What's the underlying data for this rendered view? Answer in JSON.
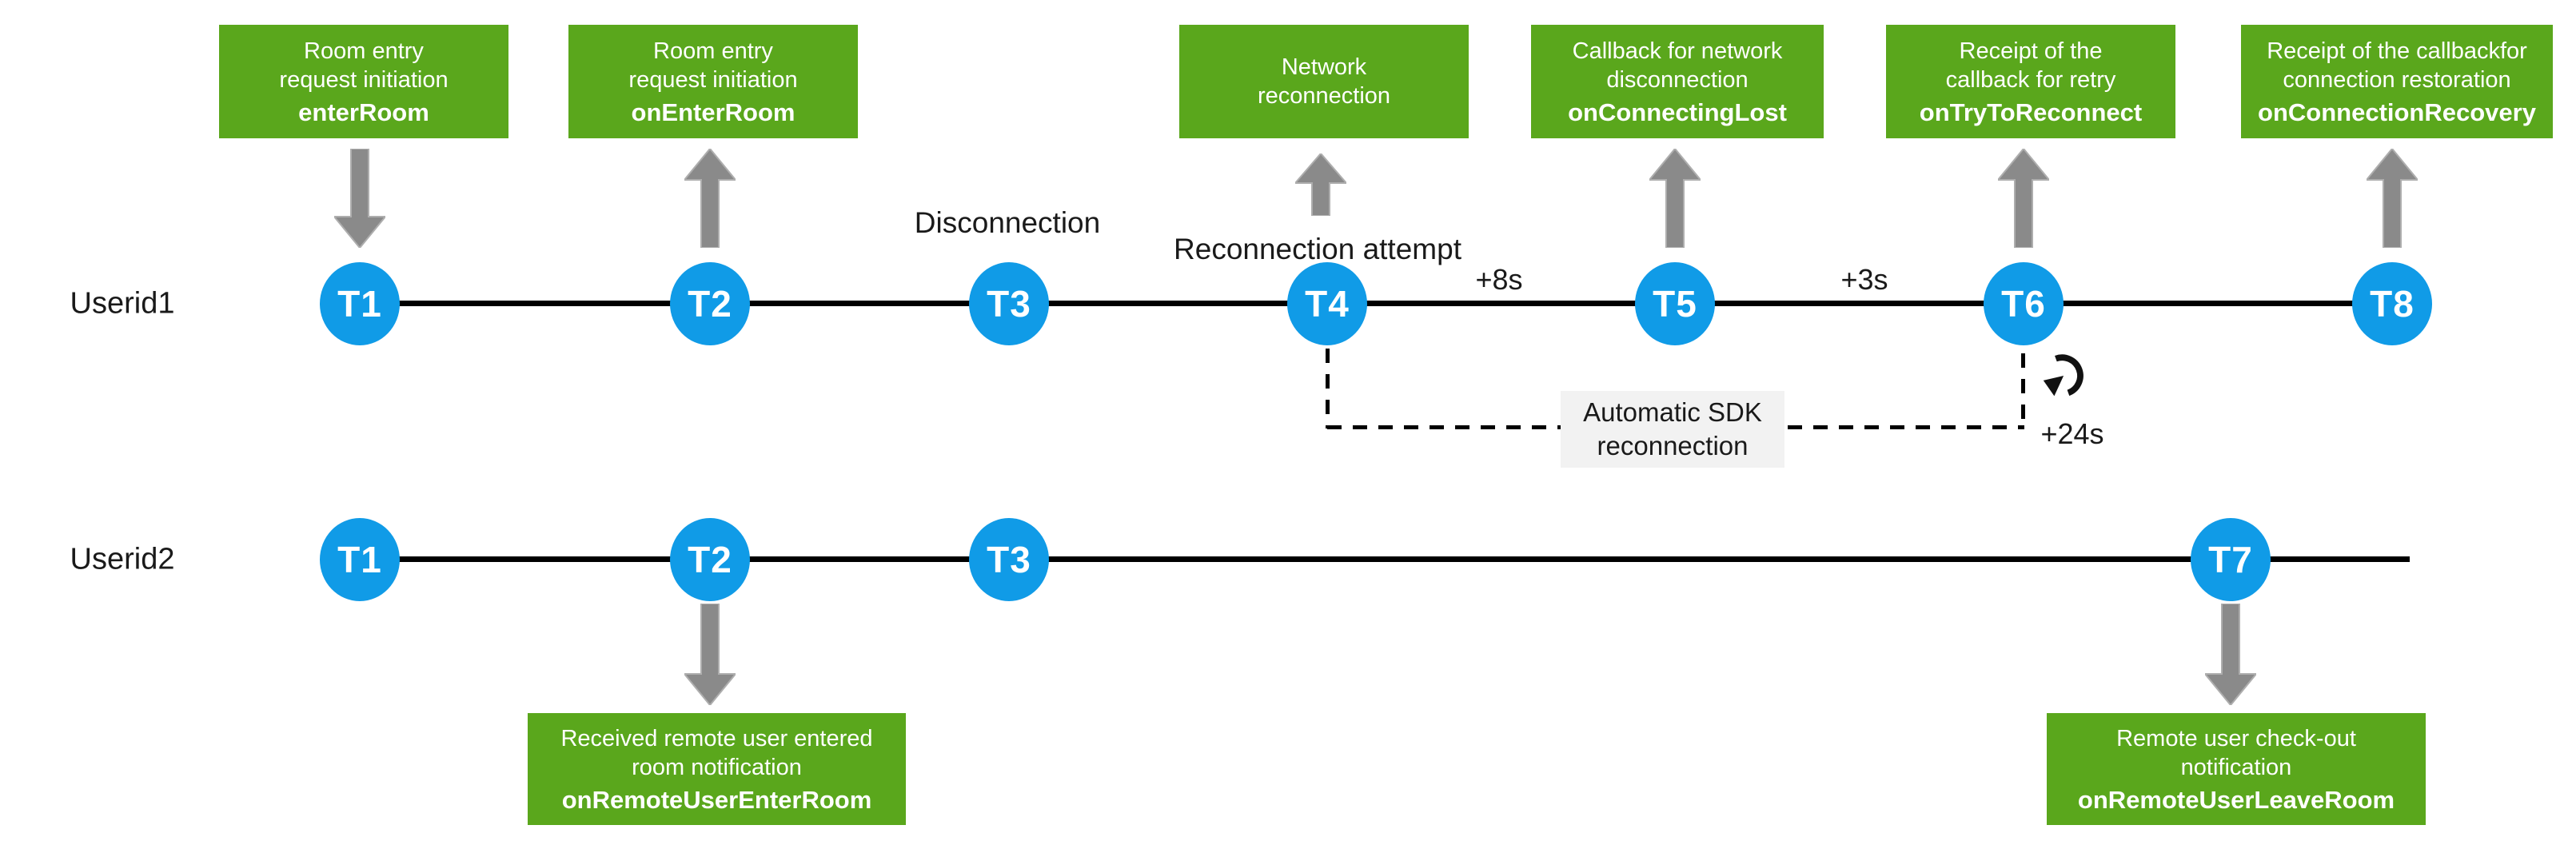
{
  "colors": {
    "green": "#5aa71c",
    "blue": "#109be7",
    "arrow_gray": "#8a8a8a",
    "sdk_box_bg": "#f2f2f2",
    "line_black": "#000000"
  },
  "row1": {
    "user_label": "Userid1",
    "nodes": [
      {
        "label": "T1"
      },
      {
        "label": "T2"
      },
      {
        "label": "T3"
      },
      {
        "label": "T4"
      },
      {
        "label": "T5"
      },
      {
        "label": "T6"
      },
      {
        "label": "T8"
      }
    ],
    "boxes": [
      {
        "line1": "Room entry",
        "line2": "request initiation",
        "callback": "enterRoom"
      },
      {
        "line1": "Room entry",
        "line2": "request initiation",
        "callback": "onEnterRoom"
      },
      {
        "line1": "Network",
        "line2": "reconnection",
        "callback": ""
      },
      {
        "line1": "Callback for network",
        "line2": "disconnection",
        "callback": "onConnectingLost"
      },
      {
        "line1": "Receipt of the",
        "line2": "callback for retry",
        "callback": "onTryToReconnect"
      },
      {
        "line1": "Receipt of the callbackfor",
        "line2": "connection restoration",
        "callback": "onConnectionRecovery"
      }
    ],
    "annotations": {
      "disconnection": "Disconnection",
      "reconnection_attempt": "Reconnection attempt",
      "plus8": "+8s",
      "plus3": "+3s",
      "plus24": "+24s",
      "sdk_line1": "Automatic SDK",
      "sdk_line2": "reconnection"
    }
  },
  "row2": {
    "user_label": "Userid2",
    "nodes": [
      {
        "label": "T1"
      },
      {
        "label": "T2"
      },
      {
        "label": "T3"
      },
      {
        "label": "T7"
      }
    ],
    "boxes": [
      {
        "line1": "Received remote user entered",
        "line2": "room notification",
        "callback": "onRemoteUserEnterRoom"
      },
      {
        "line1": "Remote user check-out",
        "line2": "notification",
        "callback": "onRemoteUserLeaveRoom"
      }
    ]
  }
}
